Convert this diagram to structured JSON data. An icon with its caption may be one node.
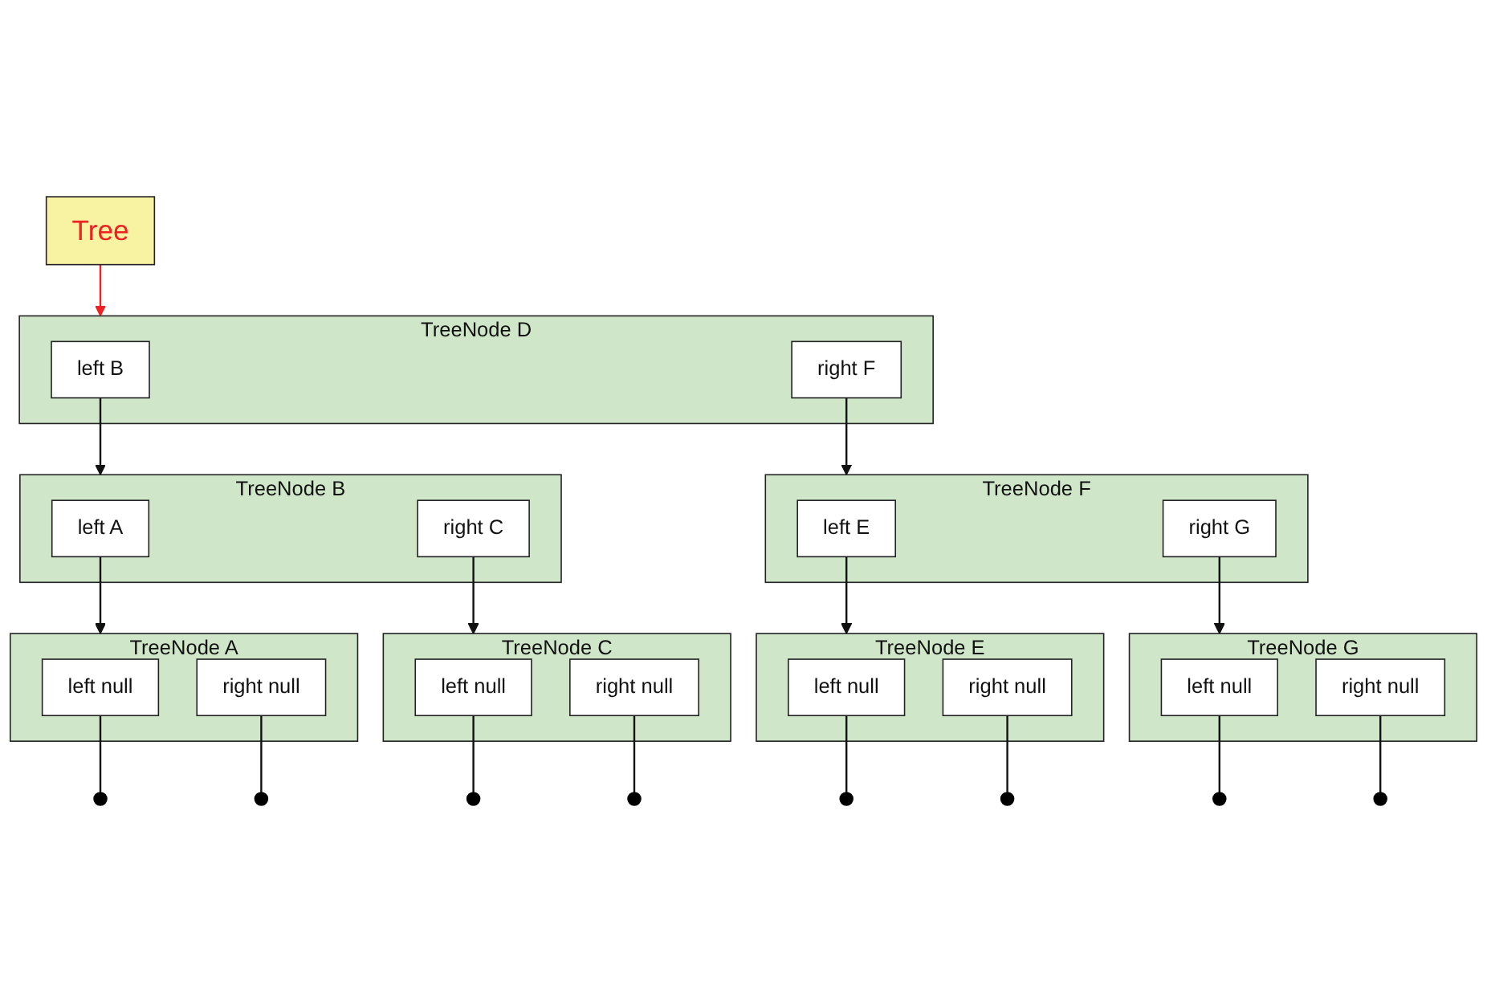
{
  "diagram": {
    "nodes": [
      {
        "text": [
          "Tree"
        ]
      },
      {
        "text": [
          "TreeNode D"
        ]
      },
      {
        "text": [
          "left B"
        ],
        "in": 1
      },
      {
        "text": [
          "right F"
        ],
        "in": 1
      },
      {
        "text": [
          "TreeNode B"
        ]
      },
      {
        "text": [
          "left A"
        ],
        "in": 4
      },
      {
        "text": [
          "right C"
        ],
        "in": 4
      },
      {
        "text": [
          "TreeNode F"
        ]
      },
      {
        "text": [
          "left E"
        ],
        "in": 7
      },
      {
        "text": [
          "right G"
        ],
        "in": 7
      },
      {
        "text": [
          "TreeNode A"
        ]
      },
      {
        "text": [
          "left null"
        ],
        "in": 10
      },
      {
        "text": [
          "right null"
        ],
        "in": 10
      },
      {
        "text": [
          "TreeNode C"
        ]
      },
      {
        "text": [
          "left null"
        ],
        "in": 13
      },
      {
        "text": [
          "right null"
        ],
        "in": 13
      },
      {
        "text": [
          "TreeNode E"
        ]
      },
      {
        "text": [
          "left null"
        ],
        "in": 16
      },
      {
        "text": [
          "right null"
        ],
        "in": 16
      },
      {
        "text": [
          "TreeNode G"
        ]
      },
      {
        "text": [
          "left null"
        ],
        "in": 19
      },
      {
        "text": [
          "right null"
        ],
        "in": 19
      },
      {
        "text": [],
        "shape": "circle"
      },
      {
        "text": [],
        "shape": "circle"
      },
      {
        "text": [],
        "shape": "circle"
      },
      {
        "text": [],
        "shape": "circle"
      },
      {
        "text": [],
        "shape": "circle"
      },
      {
        "text": [],
        "shape": "circle"
      },
      {
        "text": [],
        "shape": "circle"
      },
      {
        "text": [],
        "shape": "circle"
      }
    ],
    "edges": [
      {
        "from": 0,
        "to": 1,
        "arrow": "to",
        "color": "#ee2222"
      },
      {
        "from": 2,
        "to": 4,
        "arrow": "to"
      },
      {
        "from": 3,
        "to": 7,
        "arrow": "to"
      },
      {
        "from": 5,
        "to": 10,
        "arrow": "to"
      },
      {
        "from": 6,
        "to": 13,
        "arrow": "to"
      },
      {
        "from": 8,
        "to": 16,
        "arrow": "to"
      },
      {
        "from": 9,
        "to": 19,
        "arrow": "to"
      },
      {
        "from": 11,
        "to": 22,
        "arrow": "none"
      },
      {
        "from": 12,
        "to": 23,
        "arrow": "none"
      },
      {
        "from": 14,
        "to": 24,
        "arrow": "none"
      },
      {
        "from": 15,
        "to": 25,
        "arrow": "none"
      },
      {
        "from": 17,
        "to": 26,
        "arrow": "none"
      },
      {
        "from": 18,
        "to": 27,
        "arrow": "none"
      },
      {
        "from": 20,
        "to": 28,
        "arrow": "none"
      },
      {
        "from": 21,
        "to": 29,
        "arrow": "none"
      }
    ]
  }
}
